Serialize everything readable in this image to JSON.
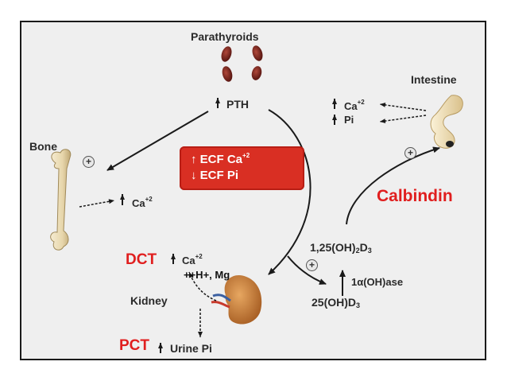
{
  "labels": {
    "parathyroids": "Parathyroids",
    "pth": "PTH",
    "intestine": "Intestine",
    "bone": "Bone",
    "kidney": "Kidney",
    "urine_pi": "Urine Pi",
    "bone_ca": "Ca",
    "intestine_ca": "Ca",
    "intestine_pi": "Pi",
    "kidney_ca": "Ca",
    "charge": "+2",
    "ion_note": "++H+, Mg",
    "vitd_active": "1,25(OH)",
    "vitd_active_sub1": "2",
    "vitd_active_d": "D",
    "vitd_active_sub2": "3",
    "enzyme": "1α(OH)ase",
    "vitd_precursor": "25(OH)",
    "vitd_precursor_d": "D",
    "vitd_precursor_sub": "3",
    "plus_sign": "+"
  },
  "ecf_box": {
    "line1_prefix": "ECF Ca",
    "line1_sup": "+2",
    "line2": "ECF Pi",
    "color": "#d92f23"
  },
  "annotations": {
    "calbindin": "Calbindin",
    "dct": "DCT",
    "pct": "PCT",
    "color": "#e01e1e"
  },
  "icons": [
    "parathyroid-glands-icon",
    "bone-icon",
    "kidney-icon",
    "intestine-icon"
  ]
}
